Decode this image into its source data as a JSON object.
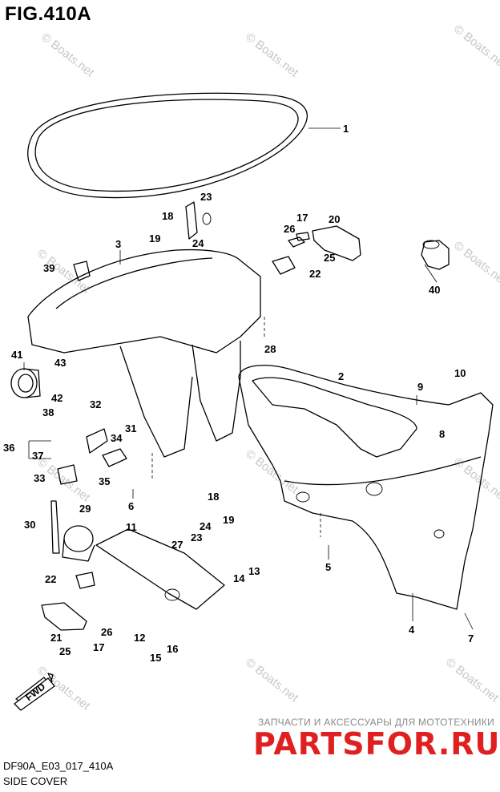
{
  "figure": {
    "title": "FIG.410A",
    "code": "DF90A_E03_017_410A",
    "name": "SIDE COVER"
  },
  "watermark": "© Boats.net",
  "branding": {
    "subtitle": "ЗАПЧАСТИ И АКСЕССУАРЫ ДЛЯ МОТОТЕХНИКИ",
    "logo": "PARTSFOR.RU",
    "logo_color": "#e02020"
  },
  "fwd_label": "FWD",
  "callouts": [
    "1",
    "2",
    "3",
    "4",
    "5",
    "6",
    "7",
    "8",
    "9",
    "10",
    "11",
    "12",
    "13",
    "14",
    "15",
    "16",
    "17",
    "17",
    "18",
    "18",
    "19",
    "19",
    "20",
    "21",
    "22",
    "22",
    "23",
    "23",
    "24",
    "24",
    "25",
    "25",
    "26",
    "26",
    "27",
    "28",
    "29",
    "30",
    "31",
    "32",
    "33",
    "34",
    "35",
    "36",
    "37",
    "38",
    "39",
    "40",
    "41",
    "42",
    "43"
  ]
}
